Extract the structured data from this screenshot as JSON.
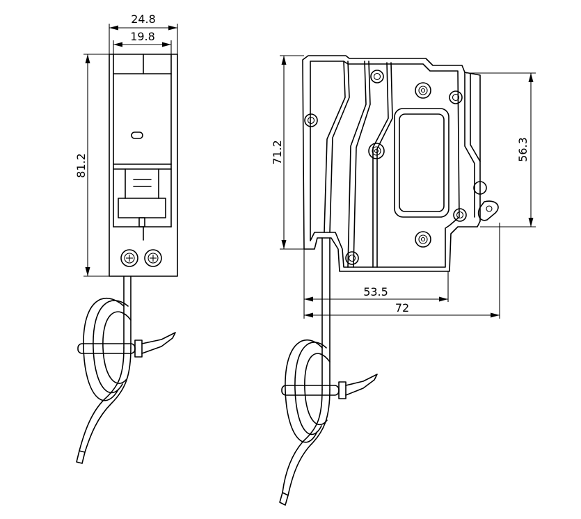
{
  "dimensions": {
    "front_width_outer": "24.8",
    "front_width_inner": "19.8",
    "front_height": "81.2",
    "side_height_total": "71.2",
    "side_height_body": "56.3",
    "side_depth_body": "53.5",
    "side_depth_total": "72"
  },
  "colors": {
    "line": "#000000",
    "background": "#ffffff"
  }
}
